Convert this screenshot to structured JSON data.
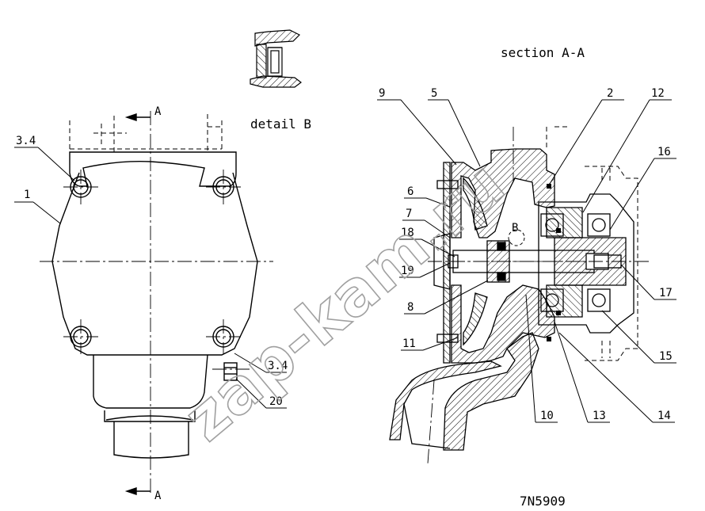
{
  "titles": {
    "section": "section A-A",
    "detail": "detail B",
    "part_number": "7N5909",
    "cut_top": "A",
    "cut_bottom": "A",
    "detail_mark": "B"
  },
  "watermark": "zap-kam.ru",
  "callouts": {
    "c1": "1",
    "c3_4_top": "3.4",
    "c3_4_bottom": "3.4",
    "c20": "20",
    "c9": "9",
    "c5": "5",
    "c2": "2",
    "c12": "12",
    "c16": "16",
    "c6": "6",
    "c7": "7",
    "c18": "18",
    "c19": "19",
    "c8": "8",
    "c11": "11",
    "c17": "17",
    "c15": "15",
    "c10": "10",
    "c13": "13",
    "c14": "14"
  },
  "colors": {
    "line": "#000000",
    "hatch": "#000000",
    "watermark": "#a0a0a0"
  }
}
